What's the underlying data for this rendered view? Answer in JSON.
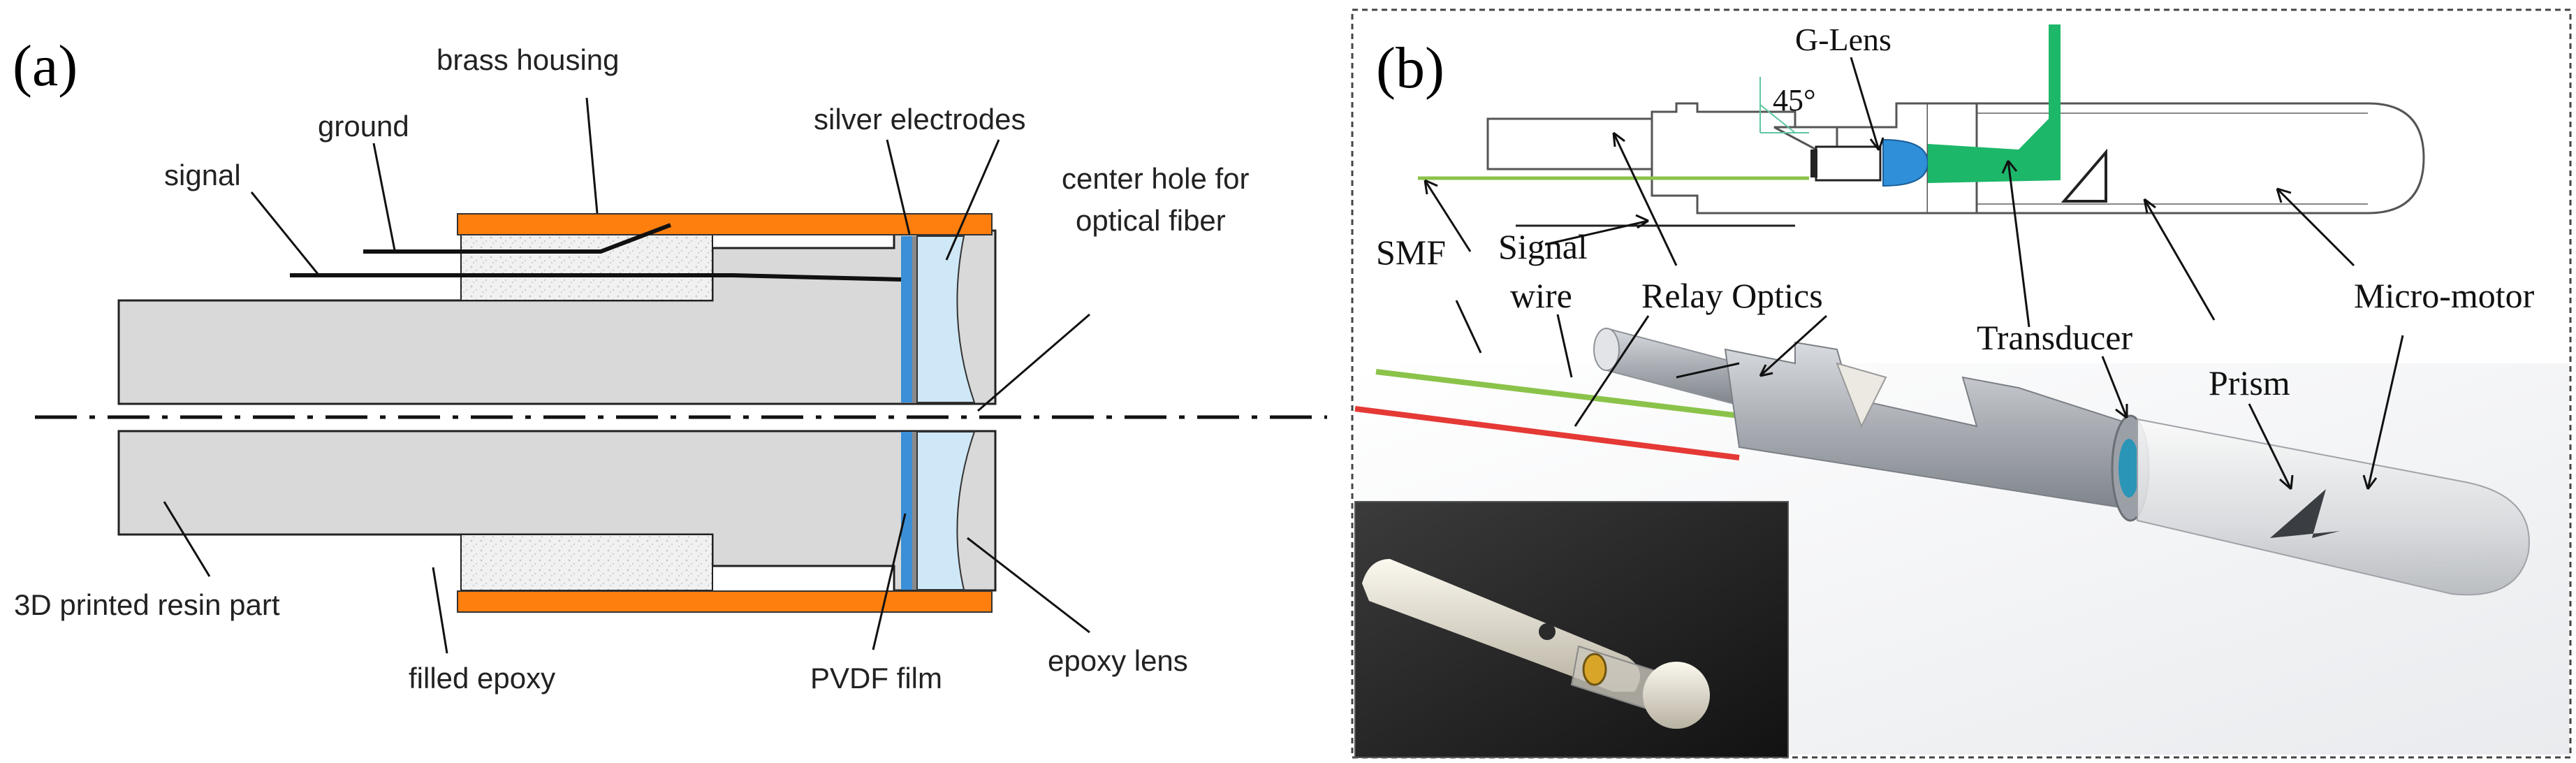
{
  "panel_a": {
    "tag": "(a)",
    "labels": {
      "brass_housing": "brass housing",
      "ground": "ground",
      "signal": "signal",
      "silver_electrodes": "silver electrodes",
      "center_hole": "center hole for",
      "center_hole_2": "optical fiber",
      "resin_part": "3D printed resin part",
      "filled_epoxy": "filled epoxy",
      "pvdf_film": "PVDF film",
      "epoxy_lens": "epoxy lens"
    }
  },
  "panel_b": {
    "tag": "(b)",
    "labels": {
      "g_lens": "G-Lens",
      "angle": "45°",
      "smf": "SMF",
      "signal_wire_1": "Signal",
      "signal_wire_2": "wire",
      "relay_optics": "Relay Optics",
      "transducer": "Transducer",
      "prism": "Prism",
      "micro_motor": "Micro-motor"
    }
  },
  "colors": {
    "brass": "#ff7f0e",
    "resin": "#d9d9d9",
    "pvdf": "#3a8fd6",
    "fiber_green": "#8bc34a",
    "wire_red": "#e53935",
    "beam_green": "#1db76a"
  }
}
